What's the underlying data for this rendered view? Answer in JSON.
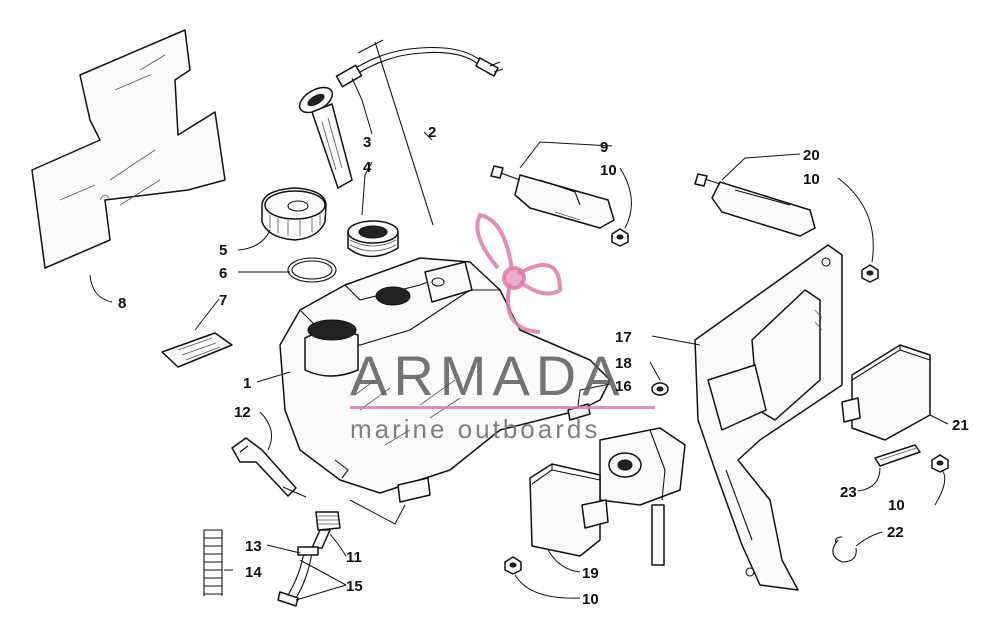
{
  "diagram": {
    "callouts": {
      "c1": "1",
      "c2": "2",
      "c3": "3",
      "c4": "4",
      "c5": "5",
      "c6": "6",
      "c7": "7",
      "c8": "8",
      "c9": "9",
      "c10a": "10",
      "c10b": "10",
      "c10c": "10",
      "c10d": "10",
      "c11": "11",
      "c12": "12",
      "c13": "13",
      "c14": "14",
      "c15": "15",
      "c16": "16",
      "c17": "17",
      "c18": "18",
      "c19": "19",
      "c20": "20",
      "c21": "21",
      "c22": "22",
      "c23": "23"
    }
  },
  "watermark": {
    "brand": "ARMADA",
    "tagline": "marine outboards",
    "accent_color": "#e07aa8",
    "text_color": "#5a5a5a"
  }
}
